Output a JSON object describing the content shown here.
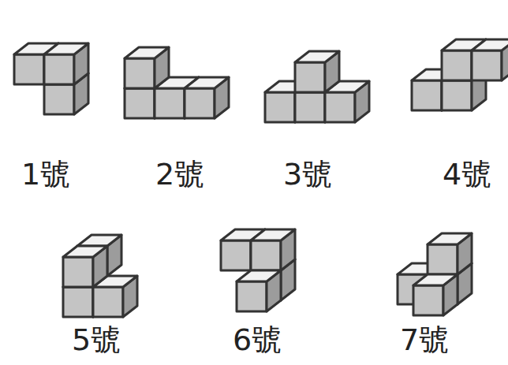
{
  "diagram": {
    "labels": [
      "1號",
      "2號",
      "3號",
      "4號",
      "5號",
      "6號",
      "7號"
    ]
  }
}
